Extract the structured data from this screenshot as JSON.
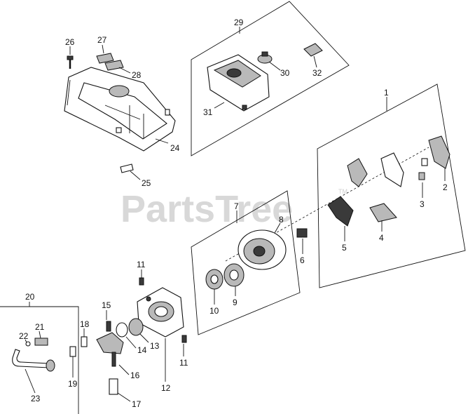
{
  "watermark": {
    "text": "PartsTree",
    "trademark": "TM"
  },
  "callouts": {
    "c1": "1",
    "c2": "2",
    "c3": "3",
    "c4": "4",
    "c5": "5",
    "c6": "6",
    "c7": "7",
    "c8": "8",
    "c9": "9",
    "c10": "10",
    "c11a": "11",
    "c11b": "11",
    "c12": "12",
    "c13": "13",
    "c14": "14",
    "c15": "15",
    "c16": "16",
    "c17": "17",
    "c18": "18",
    "c19": "19",
    "c20": "20",
    "c21": "21",
    "c22": "22",
    "c23": "23",
    "c24": "24",
    "c25": "25",
    "c26": "26",
    "c27": "27",
    "c28": "28",
    "c29": "29",
    "c30": "30",
    "c31": "31",
    "c32": "32"
  },
  "colors": {
    "line": "#111111",
    "fill_grey": "#b9b9b9",
    "watermark": "#d8d8d8"
  }
}
